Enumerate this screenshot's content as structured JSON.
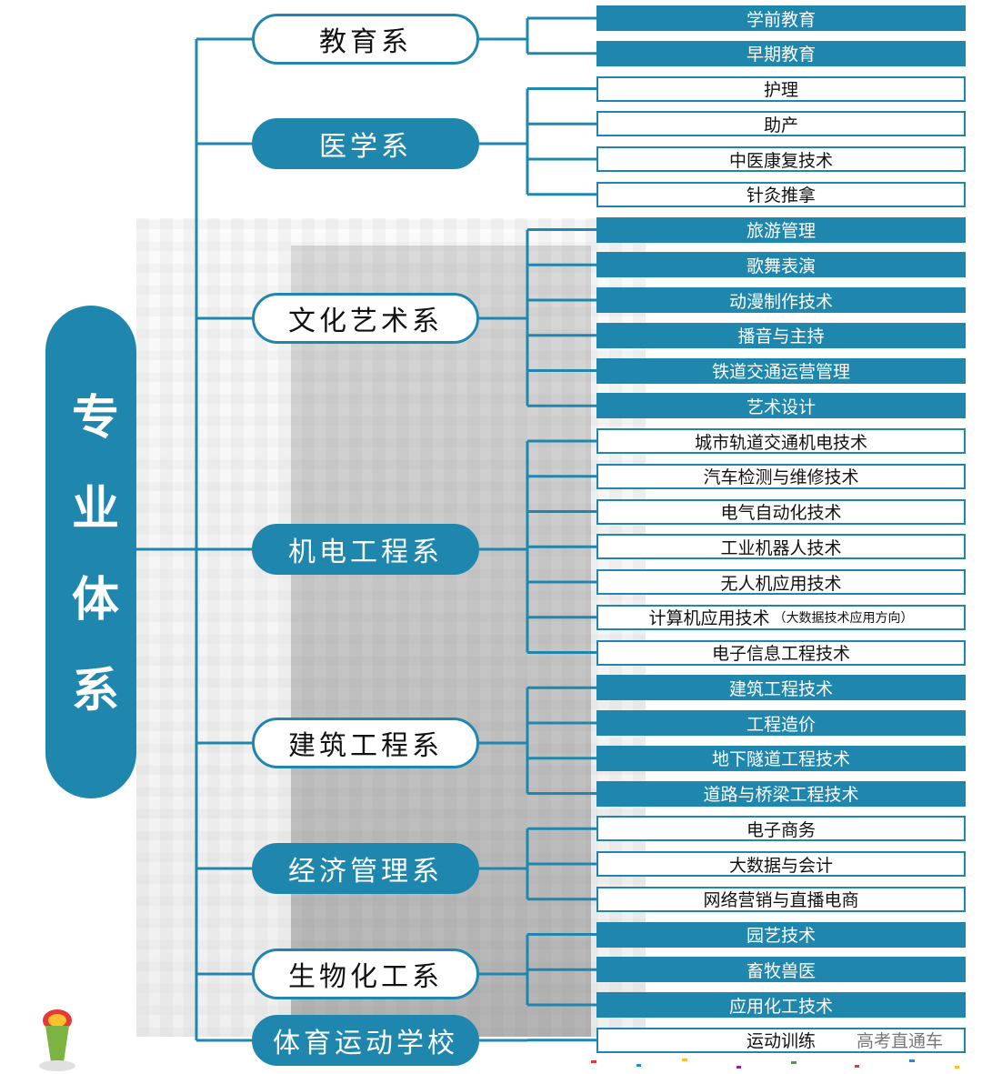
{
  "root_label": "专业体系",
  "departments": [
    {
      "label": "教育系",
      "style": "white",
      "items": [
        {
          "label": "学前教育",
          "style": "blue"
        },
        {
          "label": "早期教育",
          "style": "blue"
        }
      ]
    },
    {
      "label": "医学系",
      "style": "blue",
      "items": [
        {
          "label": "护理",
          "style": "white"
        },
        {
          "label": "助产",
          "style": "white"
        },
        {
          "label": "中医康复技术",
          "style": "white"
        },
        {
          "label": "针灸推拿",
          "style": "white"
        }
      ]
    },
    {
      "label": "文化艺术系",
      "style": "white",
      "items": [
        {
          "label": "旅游管理",
          "style": "blue"
        },
        {
          "label": "歌舞表演",
          "style": "blue"
        },
        {
          "label": "动漫制作技术",
          "style": "blue"
        },
        {
          "label": "播音与主持",
          "style": "blue"
        },
        {
          "label": "铁道交通运营管理",
          "style": "blue"
        },
        {
          "label": "艺术设计",
          "style": "blue"
        }
      ]
    },
    {
      "label": "机电工程系",
      "style": "blue",
      "items": [
        {
          "label": "城市轨道交通机电技术",
          "style": "white"
        },
        {
          "label": "汽车检测与维修技术",
          "style": "white"
        },
        {
          "label": "电气自动化技术",
          "style": "white"
        },
        {
          "label": "工业机器人技术",
          "style": "white"
        },
        {
          "label": "无人机应用技术",
          "style": "white"
        },
        {
          "label": "计算机应用技术",
          "sub": "（大数据技术应用方向）",
          "style": "white"
        },
        {
          "label": "电子信息工程技术",
          "style": "white"
        }
      ]
    },
    {
      "label": "建筑工程系",
      "style": "white",
      "items": [
        {
          "label": "建筑工程技术",
          "style": "blue"
        },
        {
          "label": "工程造价",
          "style": "blue"
        },
        {
          "label": "地下隧道工程技术",
          "style": "blue"
        },
        {
          "label": "道路与桥梁工程技术",
          "style": "blue"
        }
      ]
    },
    {
      "label": "经济管理系",
      "style": "blue",
      "items": [
        {
          "label": "电子商务",
          "style": "white"
        },
        {
          "label": "大数据与会计",
          "style": "white"
        },
        {
          "label": "网络营销与直播电商",
          "style": "white"
        }
      ]
    },
    {
      "label": "生物化工系",
      "style": "white",
      "items": [
        {
          "label": "园艺技术",
          "style": "blue"
        },
        {
          "label": "畜牧兽医",
          "style": "blue"
        },
        {
          "label": "应用化工技术",
          "style": "blue"
        }
      ]
    },
    {
      "label": "体育运动学校",
      "style": "blue",
      "items": [
        {
          "label": "运动训练",
          "style": "white"
        }
      ]
    }
  ],
  "watermark": "高考直通车",
  "colors": {
    "accent": "#1f87ad",
    "text": "#111111",
    "white": "#ffffff"
  }
}
